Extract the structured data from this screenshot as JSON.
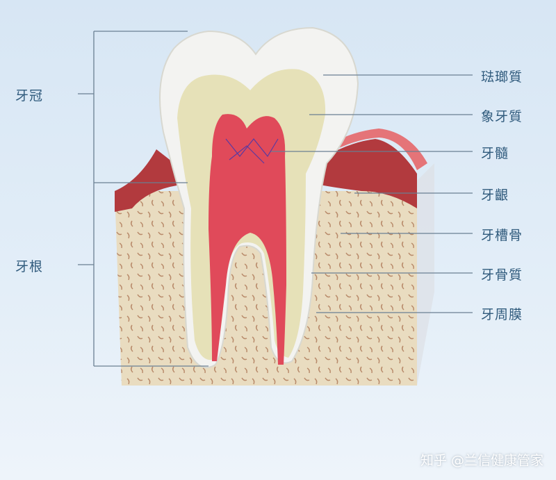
{
  "labels_left": {
    "crown": "牙冠",
    "root": "牙根"
  },
  "labels_right": [
    "琺瑯質",
    "象牙質",
    "牙髓",
    "牙齦",
    "牙槽骨",
    "牙骨質",
    "牙周膜"
  ],
  "watermark": "知乎 @兰信健康管家",
  "colors": {
    "background": "#dbe8f5",
    "label": "#2f5a7c",
    "enamel": "#f4f4f2",
    "dentin": "#e6e1b8",
    "pulp": "#e04a5a",
    "gum": "#b83a3e",
    "bone": "#e9dcc0"
  }
}
